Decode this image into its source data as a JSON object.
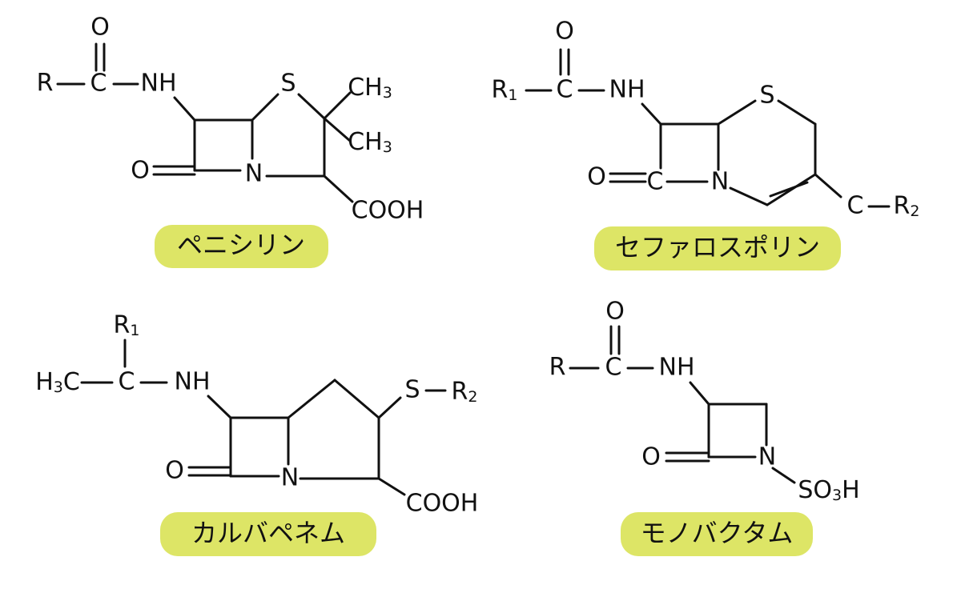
{
  "colors": {
    "badge": "#dde566",
    "ink": "#111111",
    "background": "#ffffff"
  },
  "penicillin": {
    "name": "ペニシリン",
    "atoms": {
      "O_top": "O",
      "R": "R",
      "C": "C",
      "NH": "NH",
      "S": "S",
      "CH3_a": "CH",
      "CH3_b": "CH",
      "sub3": "3",
      "O_left": "O",
      "N": "N",
      "COOH": "COOH"
    }
  },
  "cephalosporin": {
    "name": "セファロスポリン",
    "atoms": {
      "O_top": "O",
      "R1": "R",
      "sub1": "1",
      "C": "C",
      "NH": "NH",
      "S": "S",
      "O_left": "O",
      "C_lactam": "C",
      "N": "N",
      "C_side": "C",
      "R2": "R",
      "sub2": "2"
    }
  },
  "carbapenem": {
    "name": "カルバペネム",
    "atoms": {
      "R1": "R",
      "sub1": "1",
      "H3C_H": "H",
      "sub3": "3",
      "H3C_C": "C",
      "C": "C",
      "NH": "NH",
      "O_left": "O",
      "N": "N",
      "S": "S",
      "R2": "R",
      "sub2": "2",
      "COOH": "COOH"
    }
  },
  "monobactam": {
    "name": "モノバクタム",
    "atoms": {
      "O_top": "O",
      "R": "R",
      "C": "C",
      "NH": "NH",
      "O_left": "O",
      "N": "N",
      "SO": "SO",
      "sub3": "3",
      "H": "H"
    }
  }
}
